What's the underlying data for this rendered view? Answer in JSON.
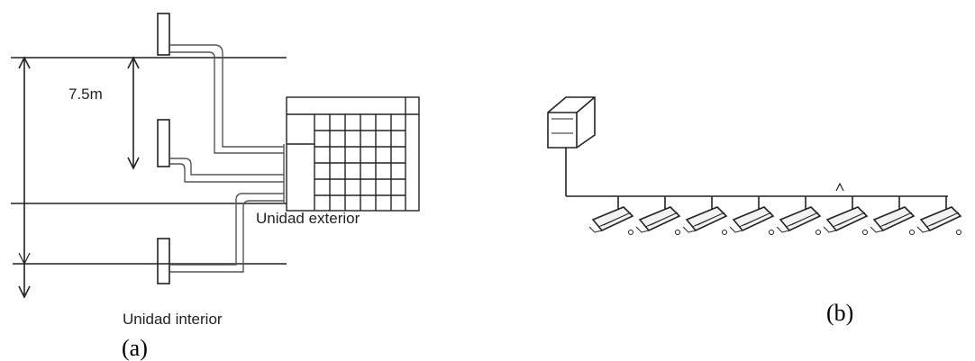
{
  "diagram_a": {
    "height_label": "7.5m",
    "outdoor_unit_label": "Unidad exterior",
    "indoor_unit_label": "Unidad interior",
    "caption": "(a)"
  },
  "diagram_b": {
    "indoor_unit_count": 8,
    "caption": "(b)"
  },
  "colors": {
    "line": "#222222",
    "pipe": "#555555",
    "background": "#ffffff"
  }
}
